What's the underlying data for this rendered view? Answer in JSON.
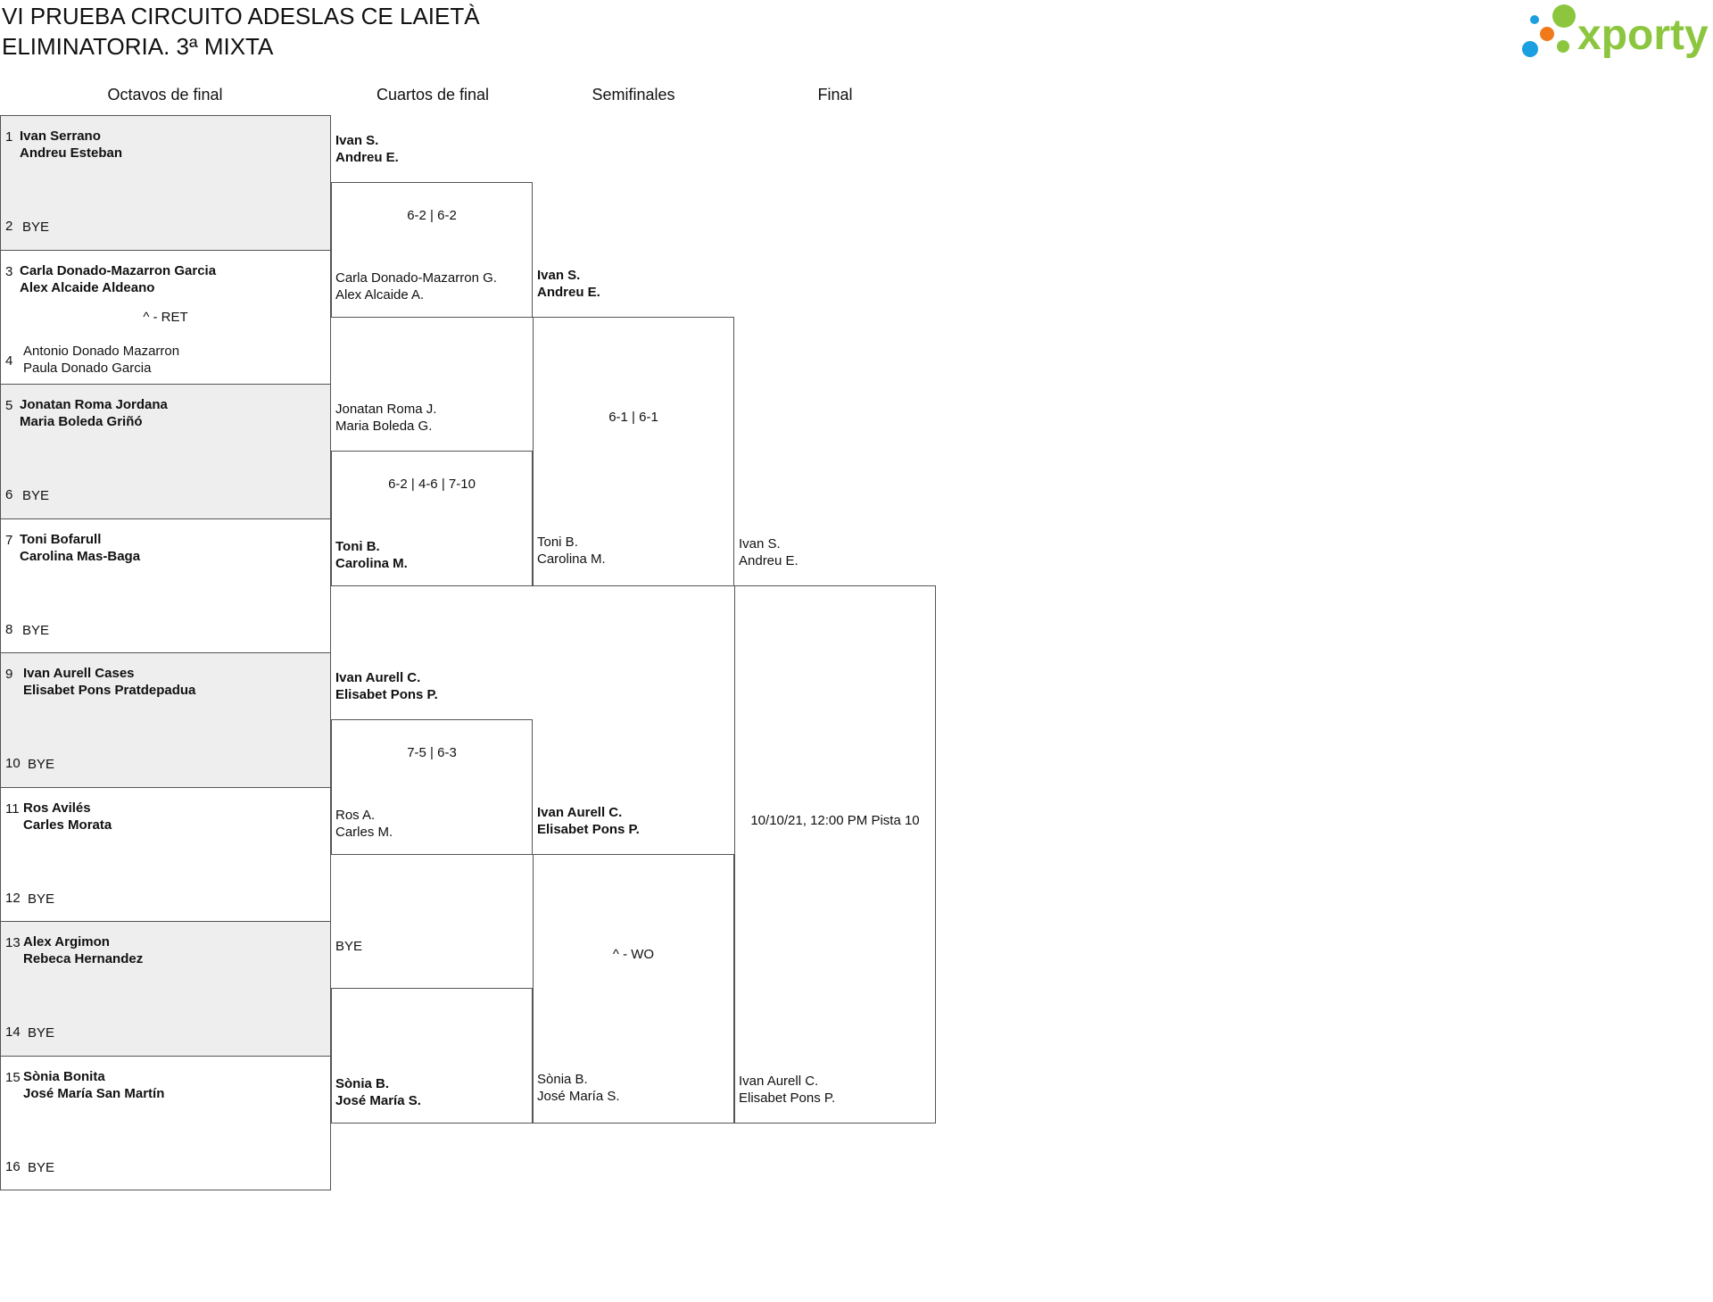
{
  "header": {
    "title_line1": "VI PRUEBA CIRCUITO ADESLAS CE LAIETÀ",
    "title_line2": "ELIMINATORIA. 3ª MIXTA",
    "logo_text": "xporty",
    "logo_colors": [
      "#1a9fe0",
      "#f07a1a",
      "#8cc63f"
    ]
  },
  "rounds": [
    "Octavos de final",
    "Cuartos de final",
    "Semifinales",
    "Final"
  ],
  "r16": [
    {
      "seed": "1",
      "p1": "Ivan Serrano",
      "p2": "Andreu Esteban"
    },
    {
      "seed": "2",
      "p1": "BYE"
    },
    {
      "seed": "3",
      "p1": "Carla Donado-Mazarron Garcia",
      "p2": "Alex Alcaide Aldeano"
    },
    {
      "seed": "4",
      "p1": "Antonio Donado Mazarron",
      "p2": "Paula Donado Garcia"
    },
    {
      "seed": "5",
      "p1": "Jonatan Roma Jordana",
      "p2": "Maria Boleda Griñó"
    },
    {
      "seed": "6",
      "p1": "BYE"
    },
    {
      "seed": "7",
      "p1": "Toni Bofarull",
      "p2": "Carolina Mas-Baga"
    },
    {
      "seed": "8",
      "p1": "BYE"
    },
    {
      "seed": "9",
      "p1": "Ivan Aurell Cases",
      "p2": "Elisabet Pons Pratdepadua"
    },
    {
      "seed": "10",
      "p1": "BYE"
    },
    {
      "seed": "11",
      "p1": "Ros Avilés",
      "p2": "Carles Morata"
    },
    {
      "seed": "12",
      "p1": "BYE"
    },
    {
      "seed": "13",
      "p1": "Alex Argimon",
      "p2": "Rebeca Hernandez"
    },
    {
      "seed": "14",
      "p1": "BYE"
    },
    {
      "seed": "15",
      "p1": "Sònia Bonita",
      "p2": "José María San Martín"
    },
    {
      "seed": "16",
      "p1": "BYE"
    }
  ],
  "r16_scores": [
    "",
    "^ - RET",
    "",
    "",
    "",
    "",
    "",
    ""
  ],
  "qf": [
    {
      "p1": "Ivan S.",
      "p2": "Andreu E."
    },
    {
      "p1": "Carla Donado-Mazarron G.",
      "p2": "Alex Alcaide A."
    },
    {
      "p1": "Jonatan Roma J.",
      "p2": "Maria Boleda G."
    },
    {
      "p1": "Toni B.",
      "p2": "Carolina M."
    },
    {
      "p1": "Ivan Aurell C.",
      "p2": "Elisabet Pons P."
    },
    {
      "p1": "Ros A.",
      "p2": "Carles M."
    },
    {
      "p1": "BYE",
      "p2": ""
    },
    {
      "p1": "Sònia B.",
      "p2": "José María S."
    }
  ],
  "qf_scores": [
    "6-2 | 6-2",
    "6-2 | 4-6 | 7-10",
    "7-5 | 6-3",
    ""
  ],
  "sf": [
    {
      "p1": "Ivan S.",
      "p2": "Andreu E."
    },
    {
      "p1": "Toni B.",
      "p2": "Carolina M."
    },
    {
      "p1": "Ivan Aurell C.",
      "p2": "Elisabet Pons P."
    },
    {
      "p1": "Sònia B.",
      "p2": "José María S."
    }
  ],
  "sf_scores": [
    "6-1 | 6-1",
    "^ - WO"
  ],
  "final": [
    {
      "p1": "Ivan S.",
      "p2": "Andreu E."
    },
    {
      "p1": "Ivan Aurell C.",
      "p2": "Elisabet Pons P."
    }
  ],
  "final_info": "10/10/21, 12:00 PM Pista 10"
}
